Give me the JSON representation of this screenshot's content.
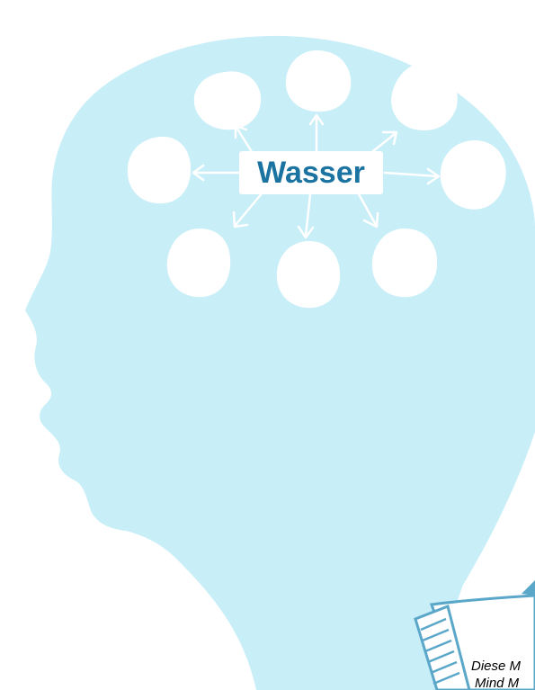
{
  "mindmap": {
    "center_label": "Wasser",
    "branches": [
      {
        "id": "top-left"
      },
      {
        "id": "top"
      },
      {
        "id": "top-right"
      },
      {
        "id": "left"
      },
      {
        "id": "right"
      },
      {
        "id": "bottom-left"
      },
      {
        "id": "bottom"
      },
      {
        "id": "bottom-right"
      }
    ]
  },
  "note": {
    "line1": "Diese M",
    "line2": "Mind M"
  },
  "colors": {
    "head": "#c8eef8",
    "bubble": "#ffffff",
    "label": "#1a73a0",
    "arrow": "#ffffff",
    "pencil": "#5aa7c9"
  }
}
